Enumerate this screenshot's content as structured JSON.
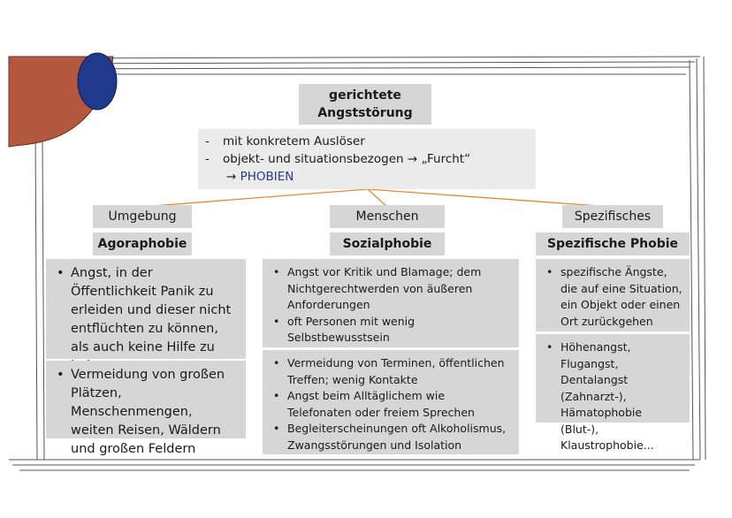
{
  "root": {
    "title_line1": "gerichtete",
    "title_line2": "Angststörung",
    "bullets": [
      {
        "dash": "-",
        "text": "mit konkretem Auslöser"
      },
      {
        "dash": "-",
        "text": "objekt- und situationsbezogen → „Furcht“"
      }
    ],
    "result_arrow": "→",
    "result_label": "PHOBIEN"
  },
  "columns": [
    {
      "category": "Umgebung",
      "phobia": "Agoraphobie",
      "box1": [
        "Angst, in der Öffentlichkeit Panik zu erleiden und dieser nicht entflüchten zu können, als auch keine Hilfe zu bekommen"
      ],
      "box2": [
        "Vermeidung von großen Plätzen, Menschenmengen, weiten Reisen, Wäldern und großen Feldern"
      ]
    },
    {
      "category": "Menschen",
      "phobia": "Sozialphobie",
      "box1": [
        "Angst vor Kritik und Blamage; dem Nichtgerechtwerden von äußeren Anforderungen",
        "oft Personen mit wenig Selbstbewusstsein"
      ],
      "box2": [
        "Vermeidung von Terminen, öffentlichen Treffen; wenig Kontakte",
        "Angst beim Alltäglichem wie Telefonaten oder freiem Sprechen",
        "Begleiterscheinungen oft Alkoholismus, Zwangsstörungen und Isolation"
      ]
    },
    {
      "category": "Spezifisches",
      "phobia": "Spezifische Phobie",
      "box1": [
        "spezifische Ängste, die auf eine Situation, ein Objekt oder einen Ort zurückgehen"
      ],
      "box2": [
        "Höhenangst, Flugangst, Dentalangst (Zahnarzt-), Hämatophobie (Blut-), Klaustrophobie..."
      ]
    }
  ],
  "colors": {
    "box": "#d6d6d6",
    "box_light": "#ebebeb",
    "connector": "#e8892e",
    "accent_text": "#2b3a7a",
    "corner_brown": "#b4573f",
    "corner_blue": "#1f3a8c"
  }
}
